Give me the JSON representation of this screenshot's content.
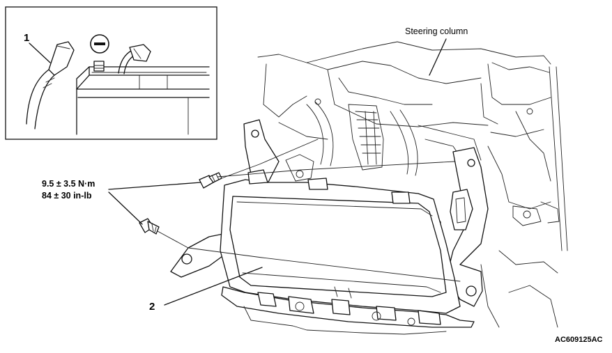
{
  "labels": {
    "callout_1": "1",
    "callout_2": "2",
    "steering_column": "Steering column",
    "torque_metric": "9.5 ± 3.5 N·m",
    "torque_imperial": "84 ± 30 in-lb",
    "figure_code": "AC609125AC",
    "negative_terminal_symbol": "−"
  }
}
